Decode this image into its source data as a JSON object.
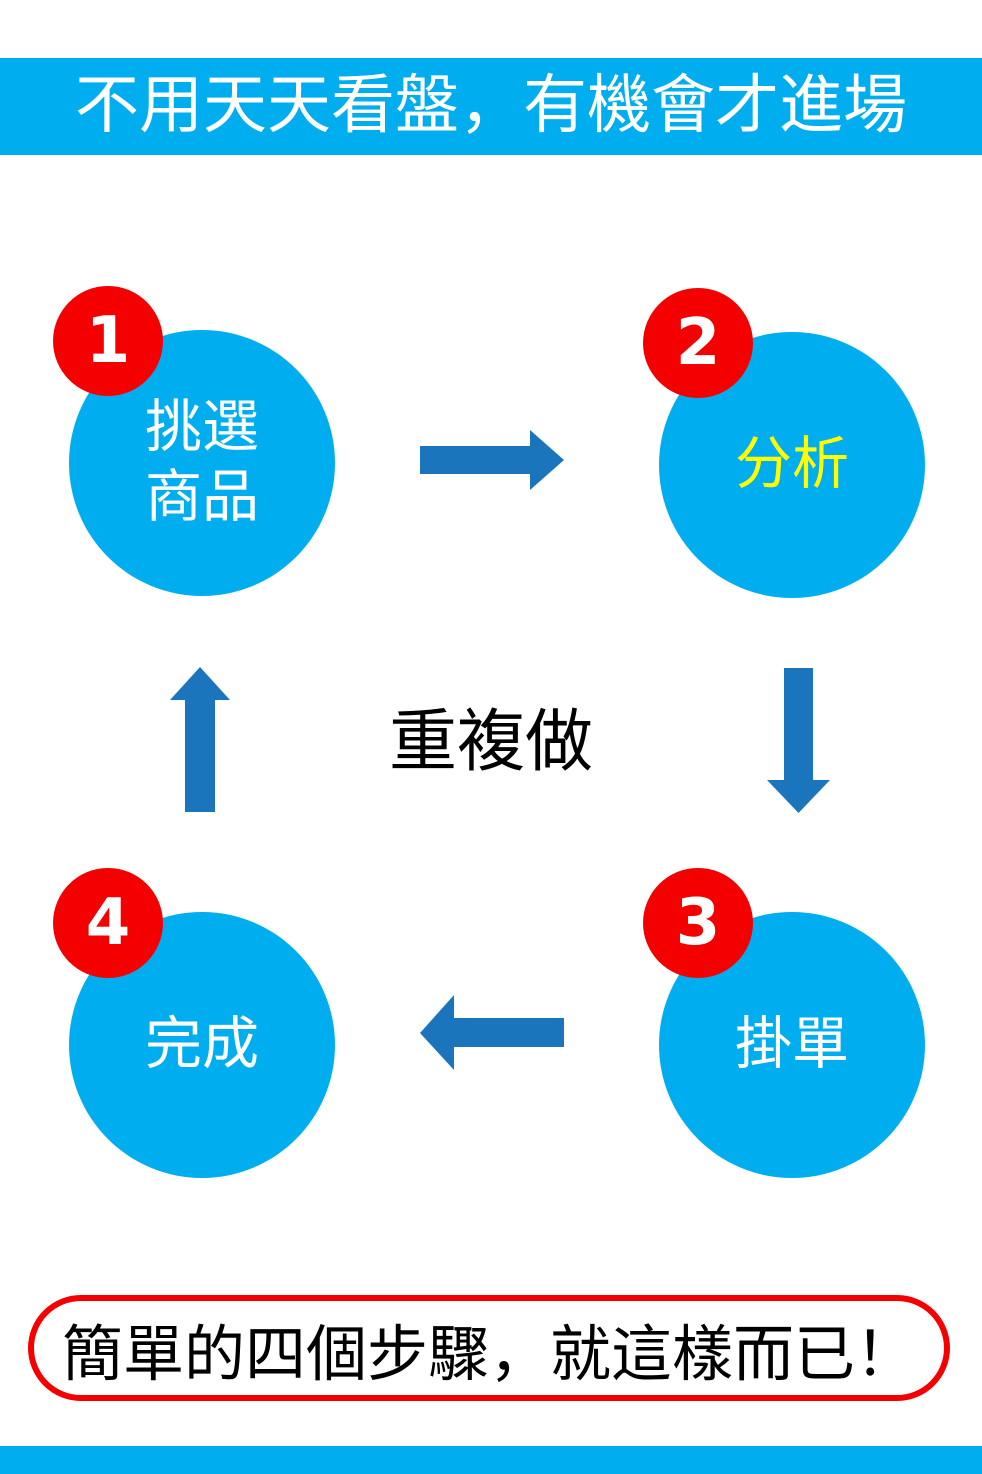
{
  "slide": {
    "title": "不用天天看盤，有機會才進場",
    "center_label": "重複做",
    "footer_note": "簡單的四個步驟，就這樣而已！"
  },
  "steps": [
    {
      "number": "1",
      "label": "挑選\n商品",
      "label_color": "white"
    },
    {
      "number": "2",
      "label": "分析",
      "label_color": "yellow"
    },
    {
      "number": "3",
      "label": "掛單",
      "label_color": "white"
    },
    {
      "number": "4",
      "label": "完成",
      "label_color": "white"
    }
  ],
  "arrows": [
    {
      "icon": "arrow-right-icon"
    },
    {
      "icon": "arrow-down-icon"
    },
    {
      "icon": "arrow-left-icon"
    },
    {
      "icon": "arrow-up-icon"
    }
  ],
  "colors": {
    "light_blue": "#00AEEF",
    "arrow_blue": "#1B75BC",
    "badge_red": "#F40000",
    "label_yellow": "#FFFF00",
    "text_black": "#000000",
    "text_white": "#FFFFFF"
  }
}
